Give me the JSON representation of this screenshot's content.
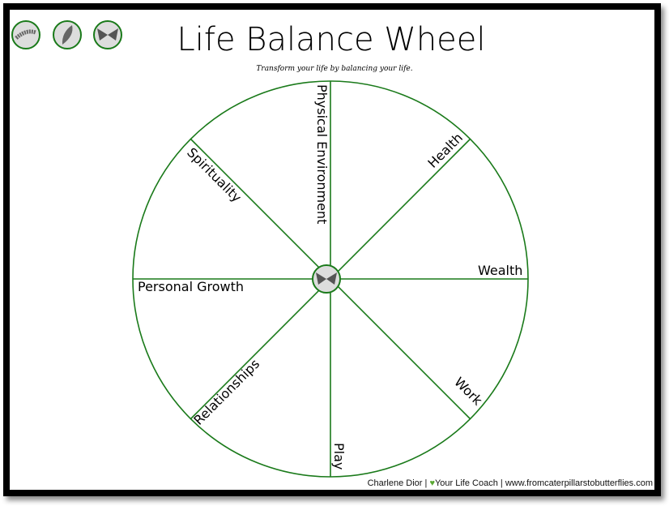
{
  "title": "Life Balance Wheel",
  "subtitle": "Transform your life by balancing your life.",
  "segments": [
    "Physical Environment",
    "Health",
    "Wealth",
    "Work",
    "Play",
    "Relationships",
    "Personal Growth",
    "Spirituality"
  ],
  "icons": [
    "caterpillar-icon",
    "chrysalis-icon",
    "butterfly-icon"
  ],
  "footer": {
    "name": "Charlene Dior",
    "role": "Your Life Coach",
    "url": "www.fromcaterpillarstobutterflies.com",
    "sep": "|"
  },
  "colors": {
    "accent": "#1a7a1a",
    "heart": "#5aa832"
  }
}
